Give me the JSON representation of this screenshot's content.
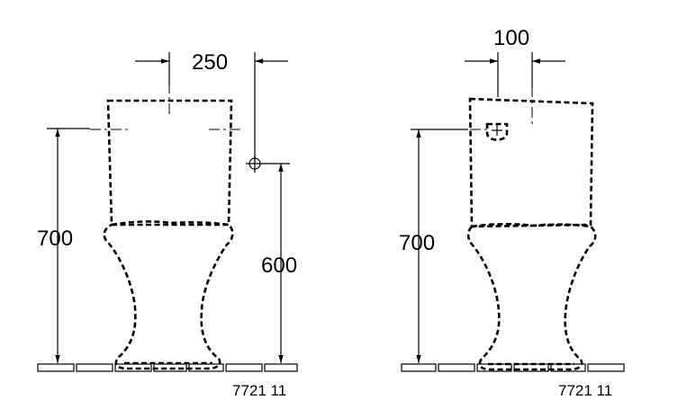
{
  "views": [
    {
      "id": "left",
      "dimensions": {
        "width_top": "250",
        "height_total": "700",
        "height_connection": "600"
      },
      "code": "7721 11"
    },
    {
      "id": "right",
      "dimensions": {
        "width_top": "100",
        "height_total": "700"
      },
      "code": "7721 11"
    }
  ]
}
